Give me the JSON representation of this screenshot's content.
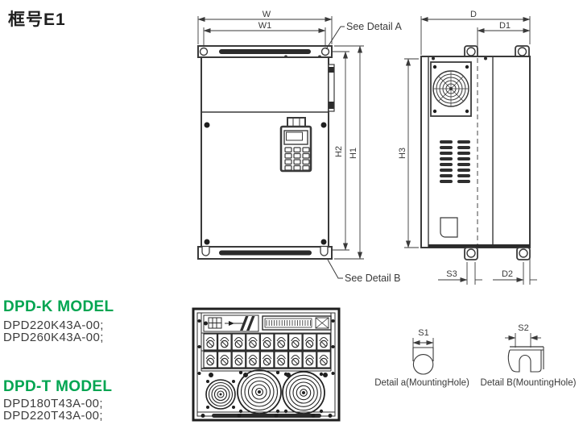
{
  "title": "框号E1",
  "front_view": {
    "dim_w": "W",
    "dim_w1": "W1",
    "dim_h1": "H1",
    "dim_h2": "H2",
    "see_detail_a": "See Detail A",
    "see_detail_b": "See Detail B"
  },
  "side_view": {
    "dim_d": "D",
    "dim_d1": "D1",
    "dim_h3": "H3",
    "dim_s3": "S3",
    "dim_d2": "D2"
  },
  "details": {
    "a": {
      "dim": "S1",
      "label": "Detail a(MountingHole)"
    },
    "b": {
      "dim": "S2",
      "label": "Detail B(MountingHole)"
    }
  },
  "models": {
    "k": {
      "heading": "DPD-K MODEL",
      "items": [
        "DPD220K43A-00;",
        "DPD260K43A-00;"
      ]
    },
    "t": {
      "heading": "DPD-T MODEL",
      "items": [
        "DPD180T43A-00;",
        "DPD220T43A-00;"
      ]
    }
  },
  "colors": {
    "accent_green": "#00a551",
    "line": "#3a3a3a"
  }
}
